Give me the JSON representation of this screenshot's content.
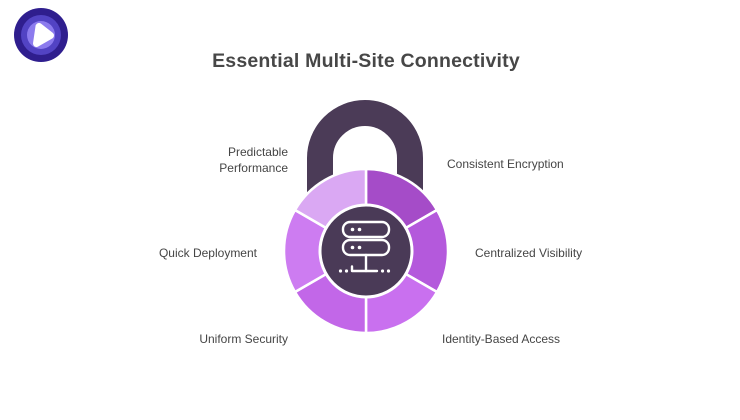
{
  "title": "Essential Multi-Site Connectivity",
  "logo": {
    "name": "brand-logo",
    "colors": {
      "outer": "#2F1E8E",
      "mid": "#5243C4",
      "inner": "#8C7BEE",
      "core": "#FFFFFF"
    }
  },
  "diagram": {
    "lock": {
      "shackle_color": "#4B3B57",
      "hub_color": "#4A3A57",
      "divider_color": "#FFFFFF",
      "icon": "server-network-icon",
      "icon_color": "#FFFFFF"
    },
    "segments": [
      {
        "position": "top-right",
        "label": "Consistent Encryption",
        "color": "#A54CC8"
      },
      {
        "position": "right",
        "label": "Centralized Visibility",
        "color": "#B459DC"
      },
      {
        "position": "bottom-right",
        "label": "Identity-Based Access",
        "color": "#C970EF"
      },
      {
        "position": "bottom-left",
        "label": "Uniform Security",
        "color": "#C267E8"
      },
      {
        "position": "left",
        "label": "Quick Deployment",
        "color": "#CD7CF1"
      },
      {
        "position": "top-left",
        "label": "Predictable Performance",
        "color": "#DAA8F3"
      }
    ]
  }
}
